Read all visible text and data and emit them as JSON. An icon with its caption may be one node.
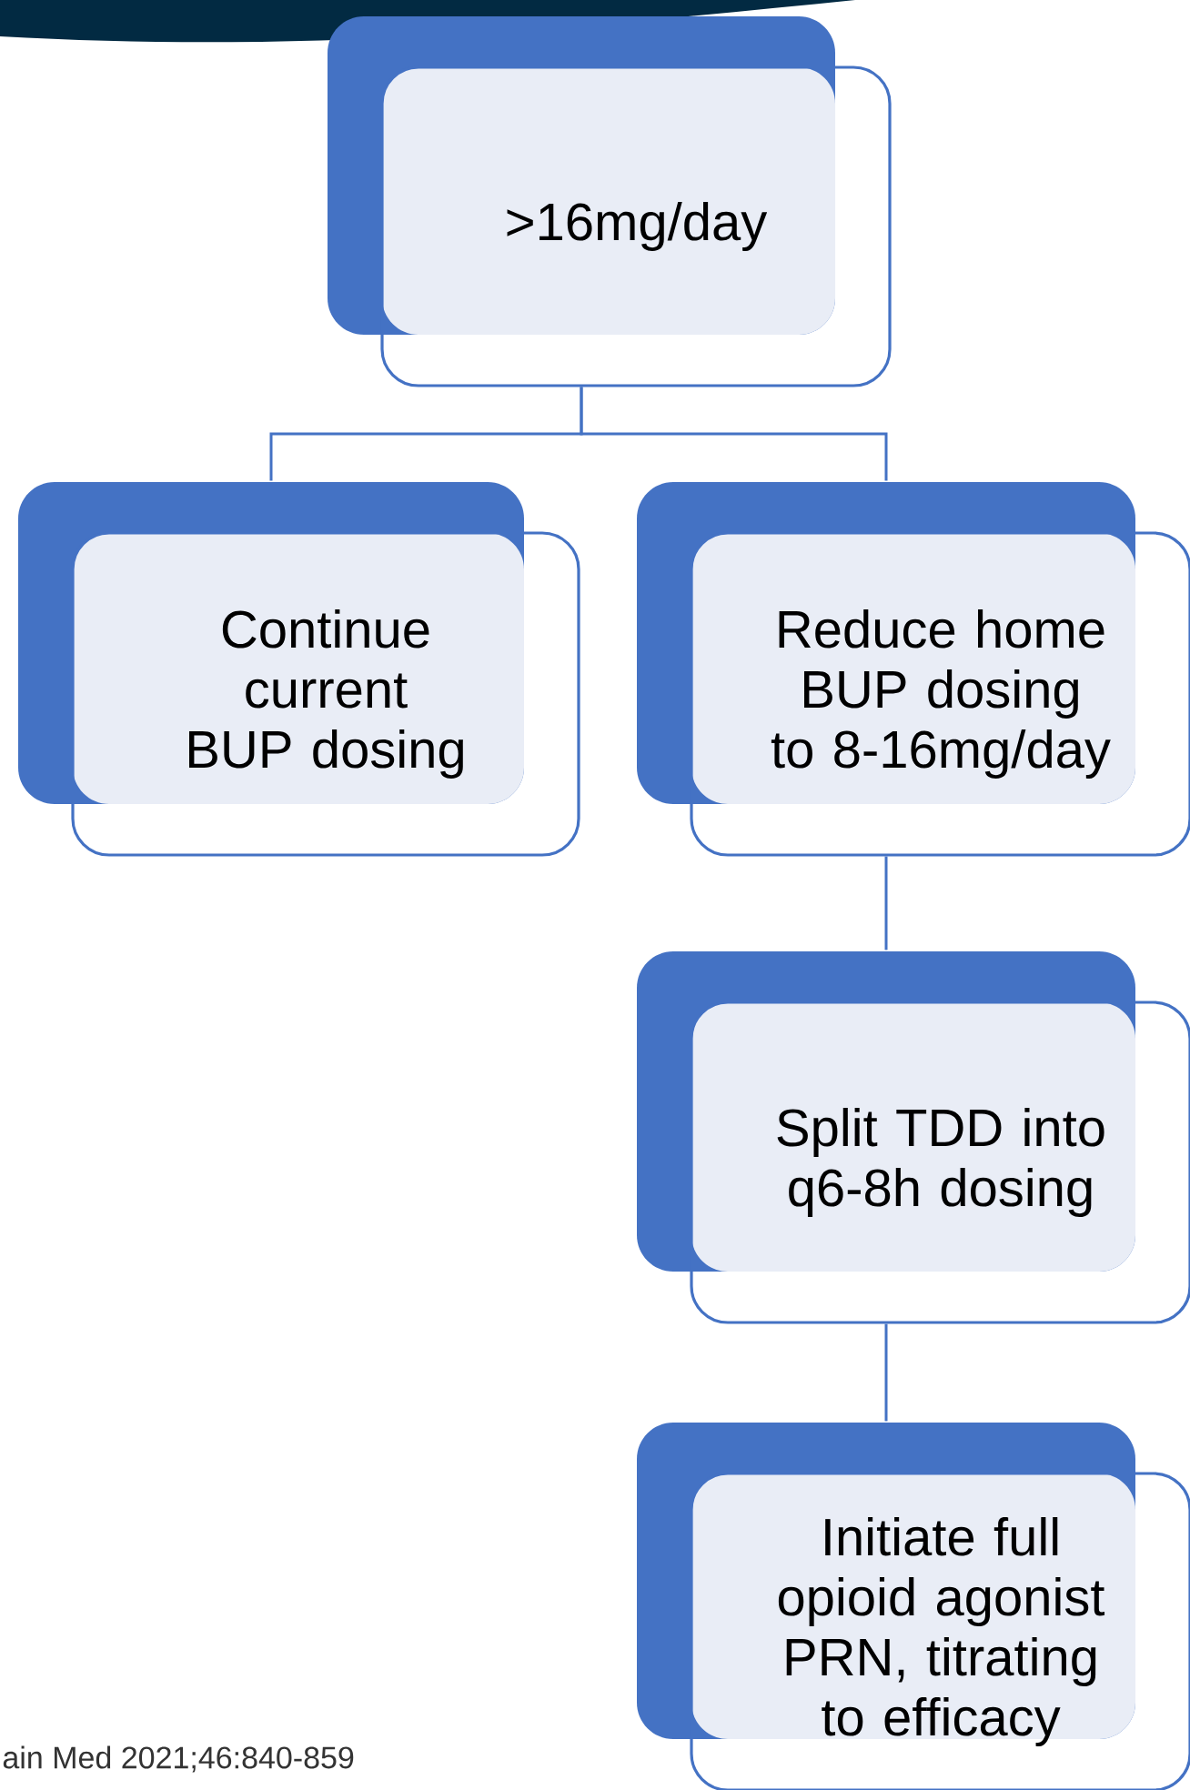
{
  "diagram": {
    "nodes": [
      {
        "text": [
          ">16mg/day"
        ]
      },
      {
        "text": [
          "Continue current BUP dosing"
        ]
      },
      {
        "text": [
          "Reduce home BUP dosing to 8-16mg/day"
        ]
      },
      {
        "text": [
          "Split TDD into q6-8h dosing"
        ]
      },
      {
        "text": [
          "Initiate full opioid agonist PRN, titrating to efficacy"
        ]
      }
    ],
    "edges": [
      {
        "from": 0,
        "to": 1,
        "arrow": "none"
      },
      {
        "from": 0,
        "to": 2,
        "arrow": "none"
      },
      {
        "from": 2,
        "to": 3,
        "arrow": "none"
      },
      {
        "from": 3,
        "to": 4,
        "arrow": "none"
      }
    ],
    "labels": [
      "ain Med 2021;46:840-859"
    ]
  }
}
